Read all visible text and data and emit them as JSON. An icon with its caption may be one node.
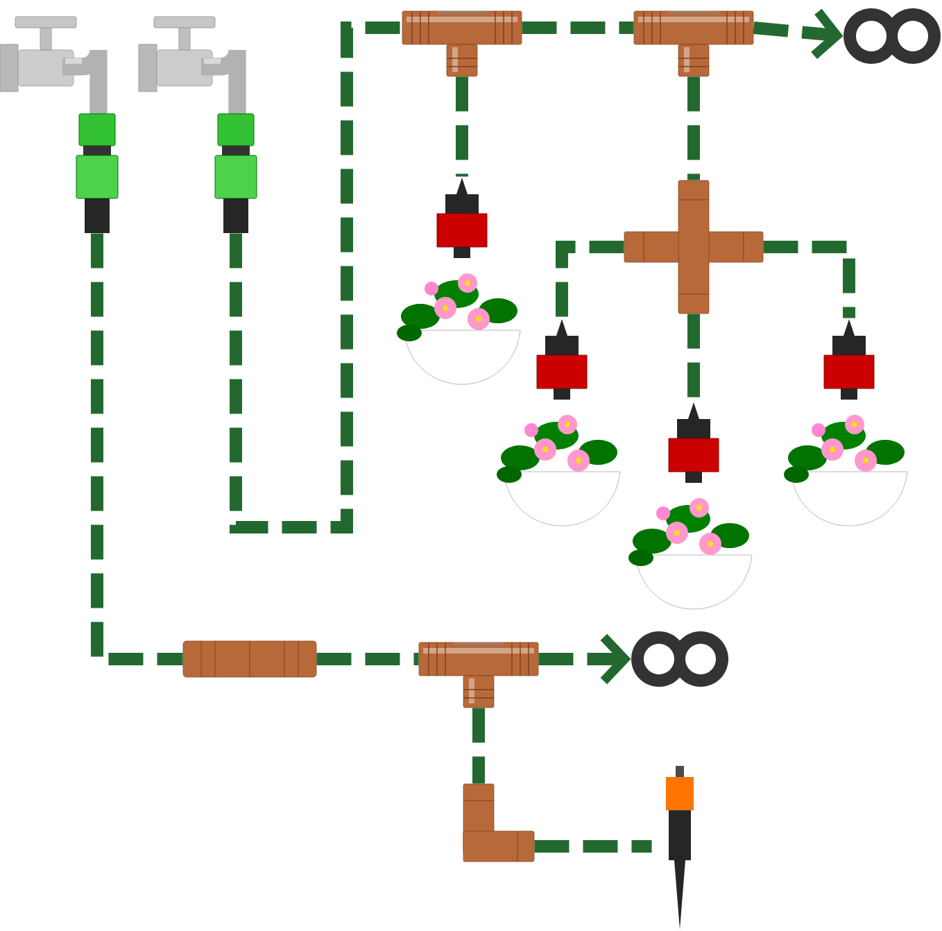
{
  "diagram": {
    "nodes": [
      {
        "text": [],
        "shape": "picture"
      },
      {
        "text": [],
        "shape": "picture"
      },
      {
        "text": [],
        "shape": "picture"
      },
      {
        "text": [],
        "shape": "picture"
      },
      {
        "text": [],
        "shape": "picture"
      },
      {
        "text": [],
        "shape": "picture"
      },
      {
        "text": [],
        "shape": "picture"
      },
      {
        "text": [],
        "shape": "picture"
      },
      {
        "text": [],
        "shape": "picture"
      },
      {
        "text": [],
        "shape": "picture"
      },
      {
        "text": [],
        "shape": "picture"
      },
      {
        "text": [],
        "shape": "picture"
      },
      {
        "text": [],
        "shape": "picture"
      },
      {
        "text": [],
        "shape": "picture"
      },
      {
        "text": [],
        "shape": "picture"
      },
      {
        "text": [],
        "shape": "picture"
      },
      {
        "text": [],
        "shape": "picture"
      }
    ],
    "edges": [
      {
        "from": 3,
        "to": 4,
        "arrow": "none",
        "style": "dashed"
      },
      {
        "from": 4,
        "to": 5,
        "arrow": "none",
        "style": "dashed"
      },
      {
        "from": 5,
        "to": 6,
        "arrow": "to",
        "style": "dashed"
      },
      {
        "from": 4,
        "to": 7,
        "arrow": "none",
        "style": "dashed"
      },
      {
        "from": 5,
        "to": 8,
        "arrow": "none",
        "style": "dashed"
      },
      {
        "from": 8,
        "to": 9,
        "arrow": "none",
        "style": "dashed"
      },
      {
        "from": 8,
        "to": 10,
        "arrow": "none",
        "style": "dashed"
      },
      {
        "from": 8,
        "to": 11,
        "arrow": "none",
        "style": "dashed"
      },
      {
        "from": 2,
        "to": 12,
        "arrow": "none",
        "style": "dashed"
      },
      {
        "from": 12,
        "to": 13,
        "arrow": "none",
        "style": "dashed"
      },
      {
        "from": 13,
        "to": 14,
        "arrow": "to",
        "style": "dashed"
      },
      {
        "from": 13,
        "to": 15,
        "arrow": "none",
        "style": "dashed"
      },
      {
        "from": 15,
        "to": 16,
        "arrow": "none",
        "style": "dashed"
      }
    ]
  }
}
